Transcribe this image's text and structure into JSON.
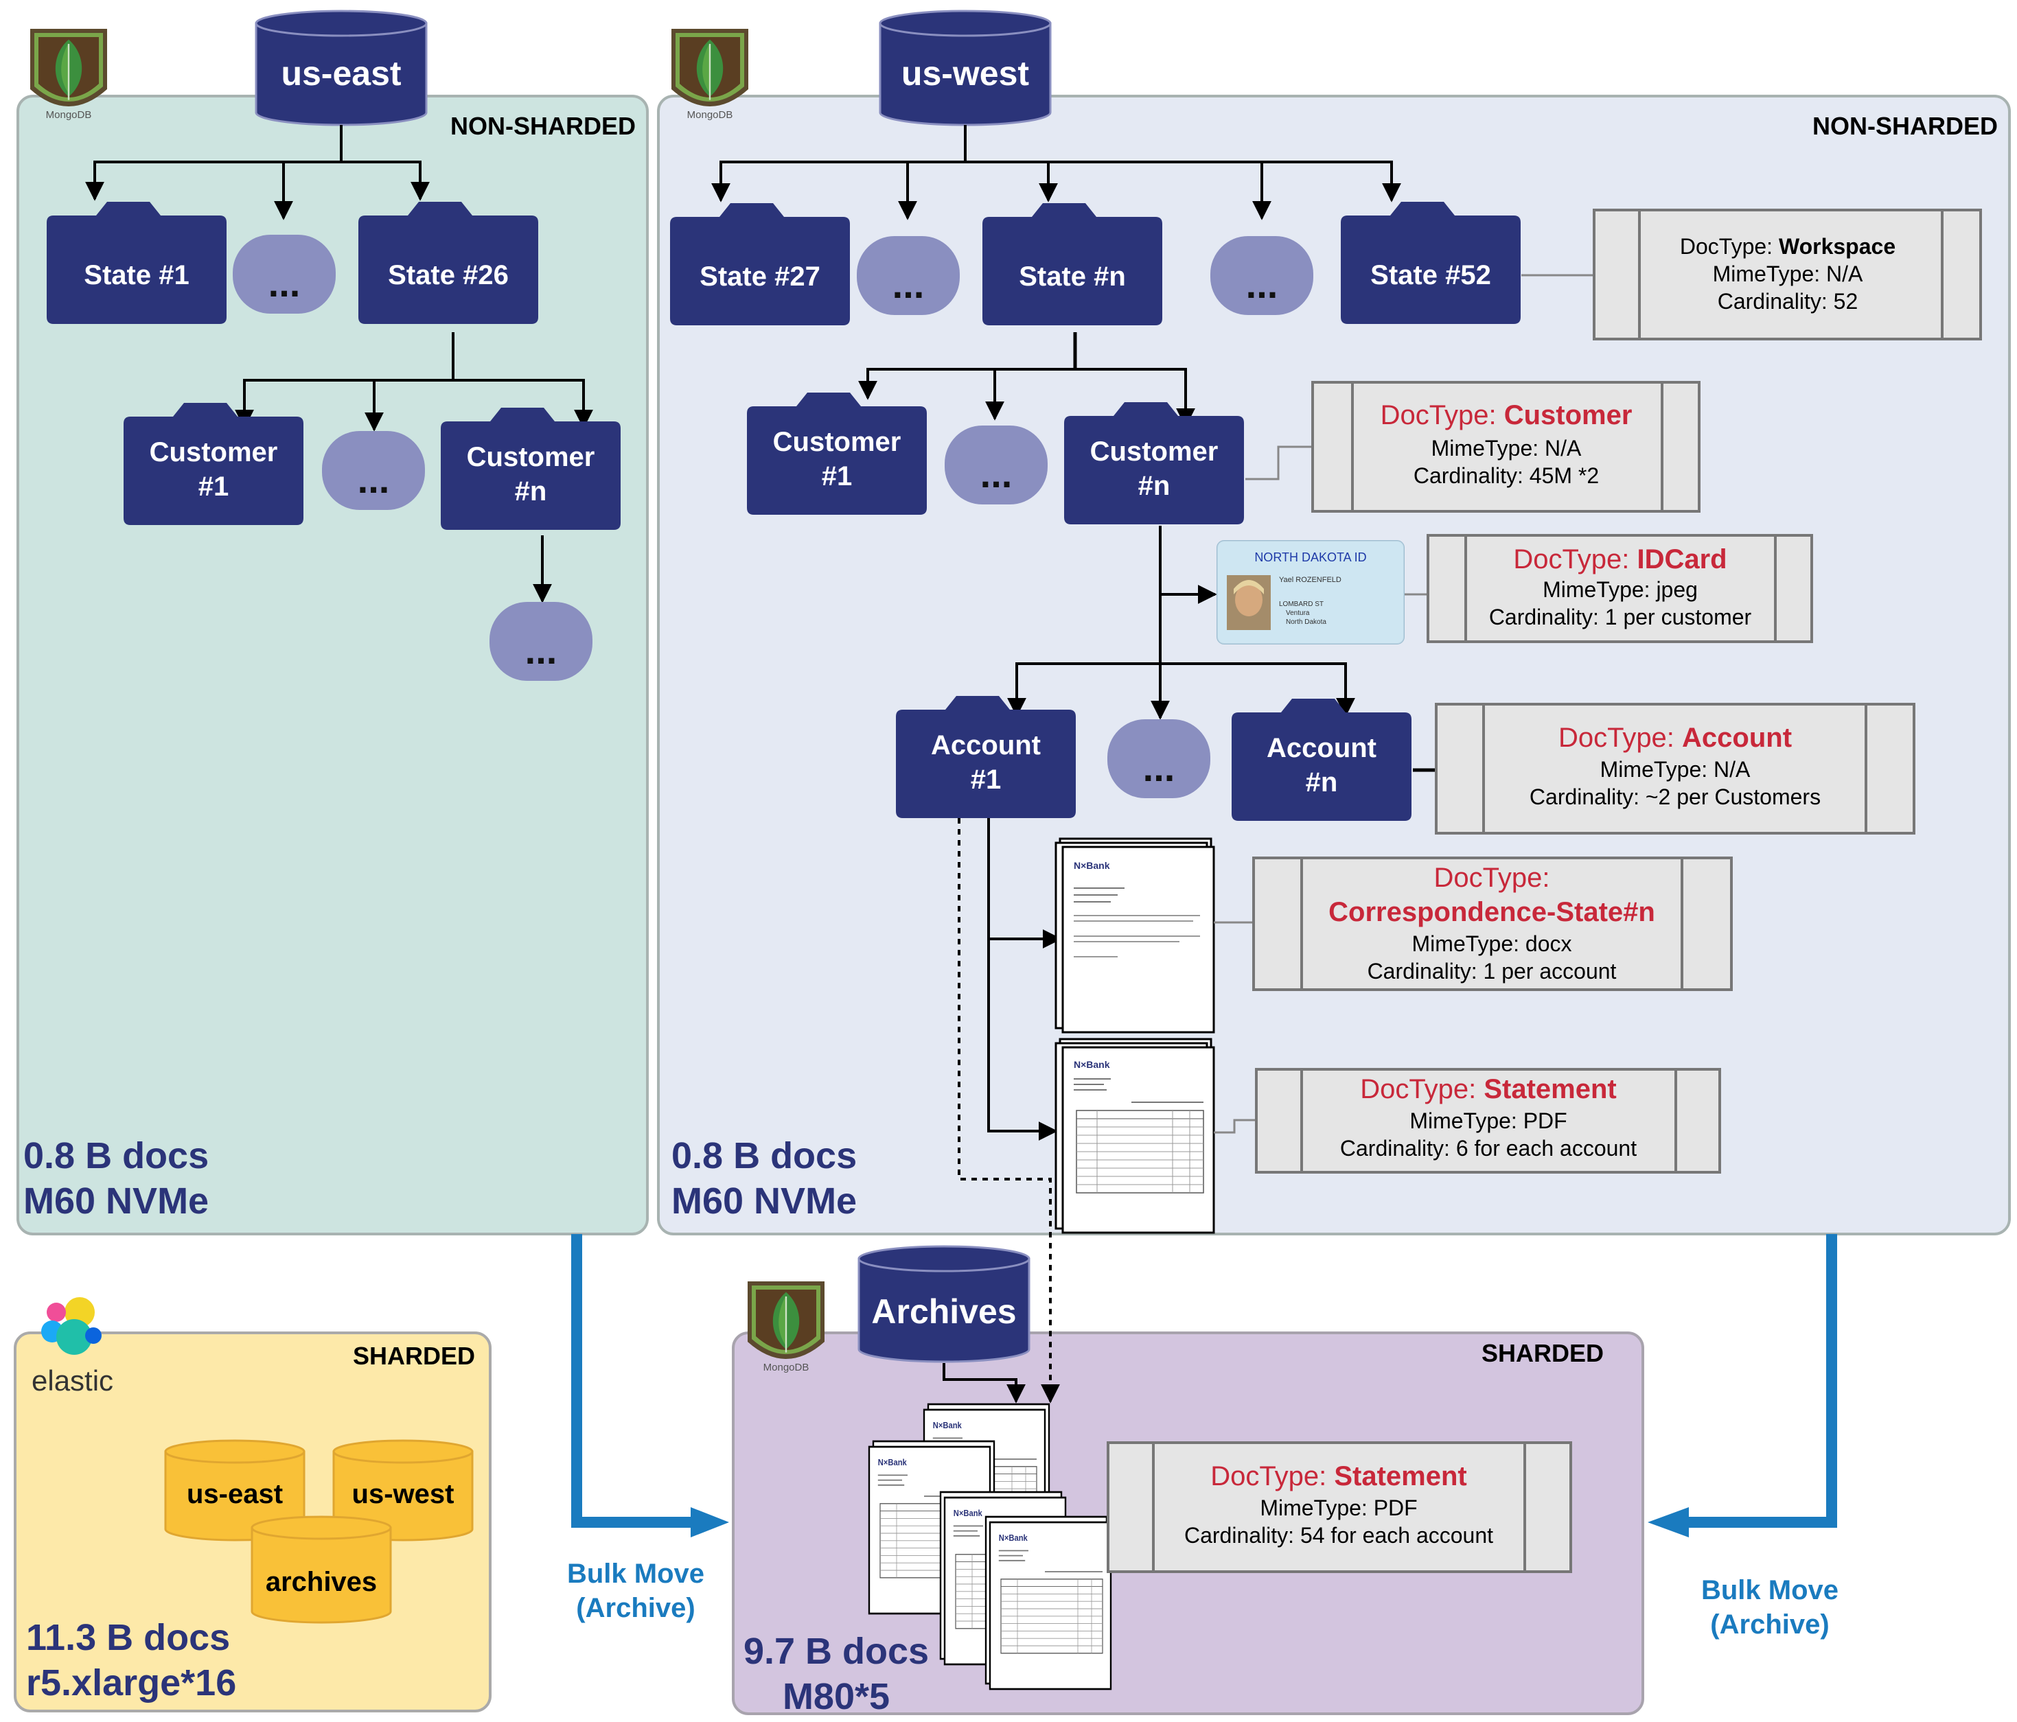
{
  "clusters": {
    "us_east": {
      "db_label": "us-east",
      "tag": "NON-SHARDED",
      "states": [
        "State #1",
        "...",
        "State #26"
      ],
      "customers": [
        "Customer\n#1",
        "...",
        "Customer\n#n"
      ],
      "more": "...",
      "docs": "0.8 B docs",
      "instance": "M60 NVMe",
      "logo_caption": "MongoDB"
    },
    "us_west": {
      "db_label": "us-west",
      "tag": "NON-SHARDED",
      "states": [
        "State #27",
        "...",
        "State #n",
        "...",
        "State #52"
      ],
      "customers": [
        "Customer\n#1",
        "...",
        "Customer\n#n"
      ],
      "accounts": [
        "Account\n#1",
        "...",
        "Account\n#n"
      ],
      "docs": "0.8 B docs",
      "instance": "M60 NVMe",
      "logo_caption": "MongoDB"
    },
    "archives": {
      "db_label": "Archives",
      "tag": "SHARDED",
      "docs": "9.7 B docs",
      "instance": "M80*5",
      "logo_caption": "MongoDB"
    },
    "elastic": {
      "logo_text": "elastic",
      "tag": "SHARDED",
      "indices": [
        "us-east",
        "us-west",
        "archives"
      ],
      "docs": "11.3 B docs",
      "instance": "r5.xlarge*16"
    }
  },
  "doctypes": {
    "workspace": {
      "label": "DocType: ",
      "name": "Workspace",
      "mime": "MimeType: N/A",
      "card": "Cardinality: 52"
    },
    "customer": {
      "label": "DocType: ",
      "name": "Customer",
      "mime": "MimeType: N/A",
      "card": "Cardinality: 45M *2"
    },
    "idcard": {
      "label": "DocType: ",
      "name": "IDCard",
      "mime": "MimeType: jpeg",
      "card": "Cardinality: 1 per customer"
    },
    "account": {
      "label": "DocType: ",
      "name": "Account",
      "mime": "MimeType: N/A",
      "card": "Cardinality: ~2 per Customers"
    },
    "correspondence": {
      "label": "DocType:",
      "name": "Correspondence-State#n",
      "mime": "MimeType: docx",
      "card": "Cardinality: 1 per account"
    },
    "statement": {
      "label": "DocType: ",
      "name": "Statement",
      "mime": "MimeType: PDF",
      "card": "Cardinality: 6 for each account"
    },
    "archive_statement": {
      "label": "DocType: ",
      "name": "Statement",
      "mime": "MimeType: PDF",
      "card": "Cardinality: 54 for each account"
    }
  },
  "id_card": {
    "title": "NORTH DAKOTA  ID",
    "name": "Yael ROZENFELD",
    "address1": "LOMBARD ST",
    "address2": "Ventura",
    "address3": "North Dakota"
  },
  "doc_brand": "N×Bank",
  "bulk_move": [
    "Bulk Move",
    "(Archive)"
  ],
  "colors": {
    "navy": "#2b3479",
    "ellipsis": "#8a8fc0",
    "east_bg": "#cde4e0",
    "west_bg": "#e4e9f3",
    "archive_bg": "#d3c5df",
    "elastic_bg": "#fde9a9",
    "doctype_red": "#c8283a",
    "bulk_blue": "#1a7bbf",
    "cylinder_yellow": "#f9c138"
  }
}
